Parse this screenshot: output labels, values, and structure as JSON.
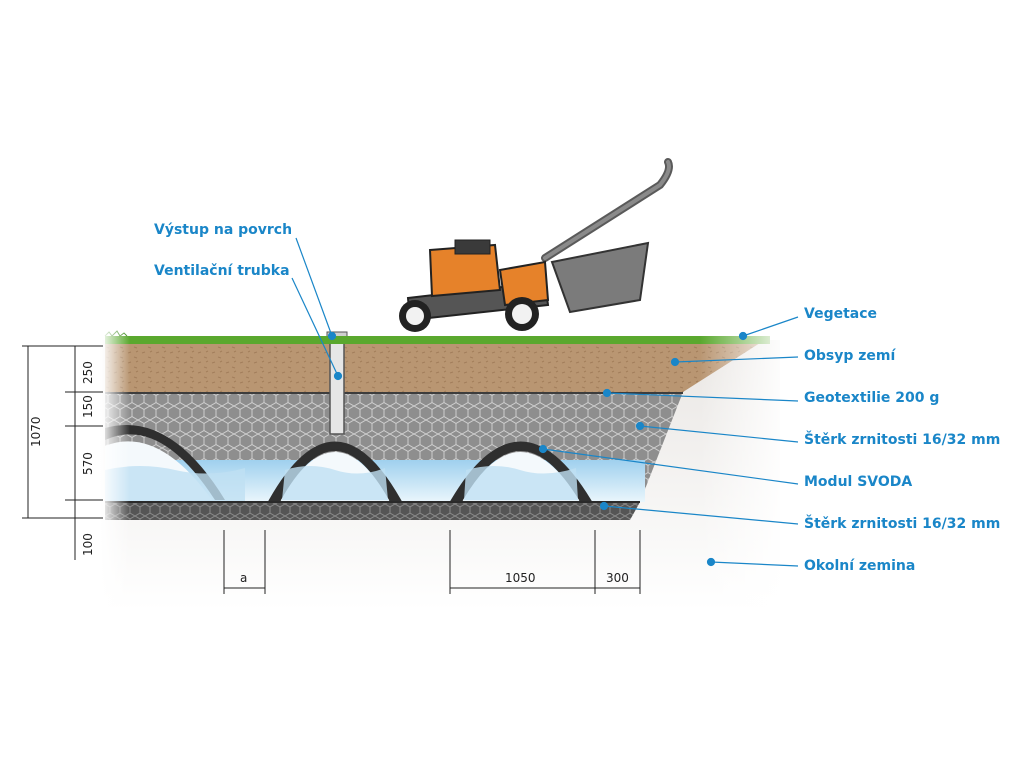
{
  "labels": {
    "outlet": "Výstup na povrch",
    "vent": "Ventilační trubka",
    "vegetation": "Vegetace",
    "backfill": "Obsyp zemí",
    "geotextile": "Geotextilie 200 g",
    "gravel_upper": "Štěrk zrnitosti 16/32 mm",
    "module": "Modul SVODA",
    "gravel_lower": "Štěrk zrnitosti 16/32 mm",
    "soil": "Okolní zemina"
  },
  "dimensions": {
    "total": "1070",
    "topsoil": "250",
    "geotextile_gap": "150",
    "module_height": "570",
    "base": "100",
    "spacing": "a",
    "module_width": "1050",
    "edge": "300"
  },
  "colors": {
    "label": "#1a86c8",
    "grass": "#5aa82e",
    "topsoil": "#b89572",
    "gravel": "#8d8d8d",
    "water": "#bfe0f2",
    "mower": "#e6822a"
  }
}
